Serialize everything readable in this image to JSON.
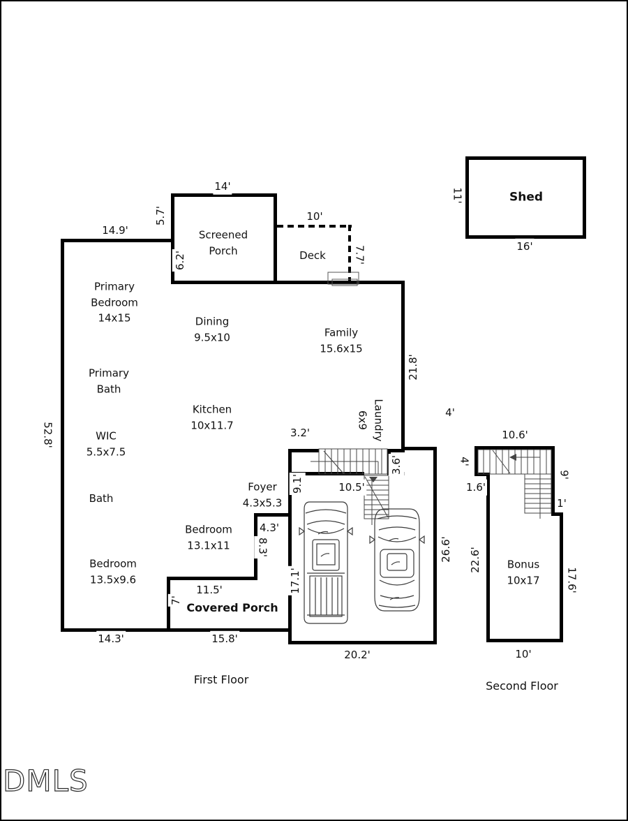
{
  "watermark": "DMLS",
  "shed": {
    "name": "Shed",
    "side_dim": "11'",
    "bottom_dim": "16'"
  },
  "first_floor": {
    "title": "First Floor",
    "rooms": {
      "screened_porch": "Screened\nPorch",
      "deck": "Deck",
      "primary_bedroom": "Primary\nBedroom\n14x15",
      "dining": "Dining\n9.5x10",
      "family": "Family\n15.6x15",
      "primary_bath": "Primary\nBath",
      "kitchen": "Kitchen\n10x11.7",
      "laundry": "Laundry\n6x9",
      "wic": "WIC\n5.5x7.5",
      "bath": "Bath",
      "foyer": "Foyer\n4.3x5.3",
      "bedroom_13_1": "Bedroom\n13.1x11",
      "bedroom_13_5": "Bedroom\n13.5x9.6",
      "covered_porch": "Covered Porch"
    },
    "dims": {
      "porch_top": "14'",
      "left_top": "14.9'",
      "porch_side": "5.7'",
      "porch_inner": "6.2'",
      "deck_top": "10'",
      "deck_side": "7.7'",
      "right_family": "21.8'",
      "left_side": "52.8'",
      "laundry_step": "4'",
      "stair_left": "3.2'",
      "stair_nook": "3.6'",
      "foyer_side": "9.1'",
      "stair_width": "10.5'",
      "foyer_nook_w": "4.3'",
      "foyer_nook_h": "8.3'",
      "garage_left": "17.1'",
      "garage_right": "26.6'",
      "cporch_top": "11.5'",
      "cporch_depth": "7'",
      "bottom_left": "14.3'",
      "bottom_mid": "15.8'",
      "garage_bottom": "20.2'"
    }
  },
  "second_floor": {
    "title": "Second Floor",
    "rooms": {
      "bonus": "Bonus\n10x17"
    },
    "dims": {
      "top": "10.6'",
      "stair_side": "4'",
      "step": "1.6'",
      "right_upper": "9'",
      "step_right": "1'",
      "left": "22.6'",
      "right": "17.6'",
      "bottom": "10'"
    }
  }
}
